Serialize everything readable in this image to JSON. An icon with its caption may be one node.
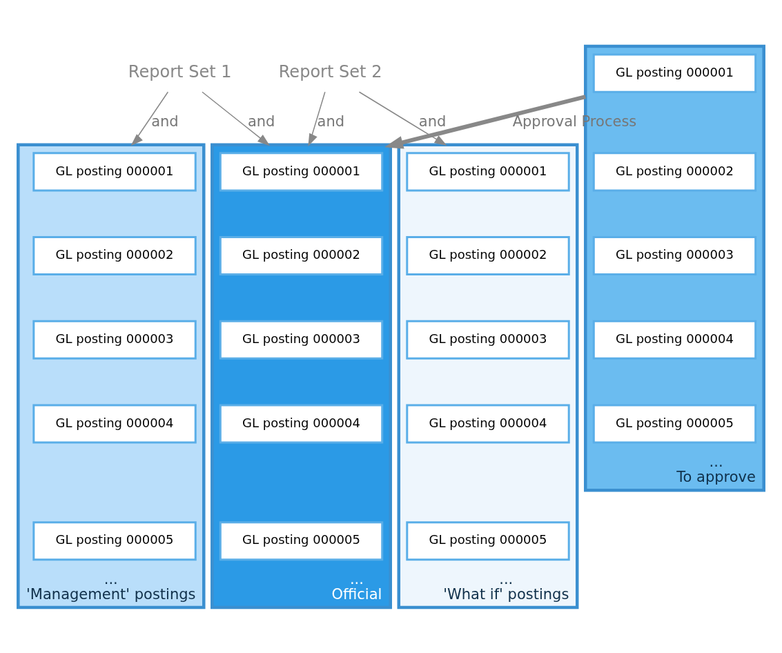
{
  "diagram": {
    "nodes": [
      {
        "text": [
          "Report Set 1"
        ]
      },
      {
        "text": [
          "Report Set 2"
        ]
      },
      {
        "text": [
          "...",
          "Official"
        ]
      },
      {
        "text": [
          "GL posting 000001"
        ],
        "in": 2
      },
      {
        "text": [
          "GL posting 000002"
        ],
        "in": 2
      },
      {
        "text": [
          "GL posting 000003"
        ],
        "in": 2
      },
      {
        "text": [
          "GL posting 000004"
        ],
        "in": 2
      },
      {
        "text": [
          "GL posting 000005"
        ],
        "in": 2
      },
      {
        "text": [
          "...",
          "To approve"
        ]
      },
      {
        "text": [
          "GL posting 000001"
        ],
        "in": 8
      },
      {
        "text": [
          "GL posting 000002"
        ],
        "in": 8
      },
      {
        "text": [
          "GL posting 000003"
        ],
        "in": 8
      },
      {
        "text": [
          "GL posting 000004"
        ],
        "in": 8
      },
      {
        "text": [
          "GL posting 000005"
        ],
        "in": 8
      },
      {
        "text": [
          "...",
          "'Management' postings"
        ]
      },
      {
        "text": [
          "GL posting 000001"
        ],
        "in": 14
      },
      {
        "text": [
          "GL posting 000002"
        ],
        "in": 14
      },
      {
        "text": [
          "GL posting 000003"
        ],
        "in": 14
      },
      {
        "text": [
          "GL posting 000004"
        ],
        "in": 14
      },
      {
        "text": [
          "GL posting 000005"
        ],
        "in": 14
      },
      {
        "text": [
          "...",
          "'What if' postings"
        ]
      },
      {
        "text": [
          "GL posting 000001"
        ],
        "in": 20
      },
      {
        "text": [
          "GL posting 000002"
        ],
        "in": 20
      },
      {
        "text": [
          "GL posting 000003"
        ],
        "in": 20
      },
      {
        "text": [
          "GL posting 000004"
        ],
        "in": 20
      },
      {
        "text": [
          "GL posting 000005"
        ],
        "in": 20
      }
    ],
    "edges": [
      {
        "from": 0,
        "to": 2,
        "arrow": "to",
        "label": "and"
      },
      {
        "from": 0,
        "to": 14,
        "arrow": "to",
        "label": "and"
      },
      {
        "from": 1,
        "to": 2,
        "arrow": "to",
        "label": "and"
      },
      {
        "from": 1,
        "to": 20,
        "arrow": "to",
        "label": "and"
      },
      {
        "from": 8,
        "to": 2,
        "arrow": "to",
        "label": "Approval Process",
        "style": "thick"
      }
    ]
  }
}
